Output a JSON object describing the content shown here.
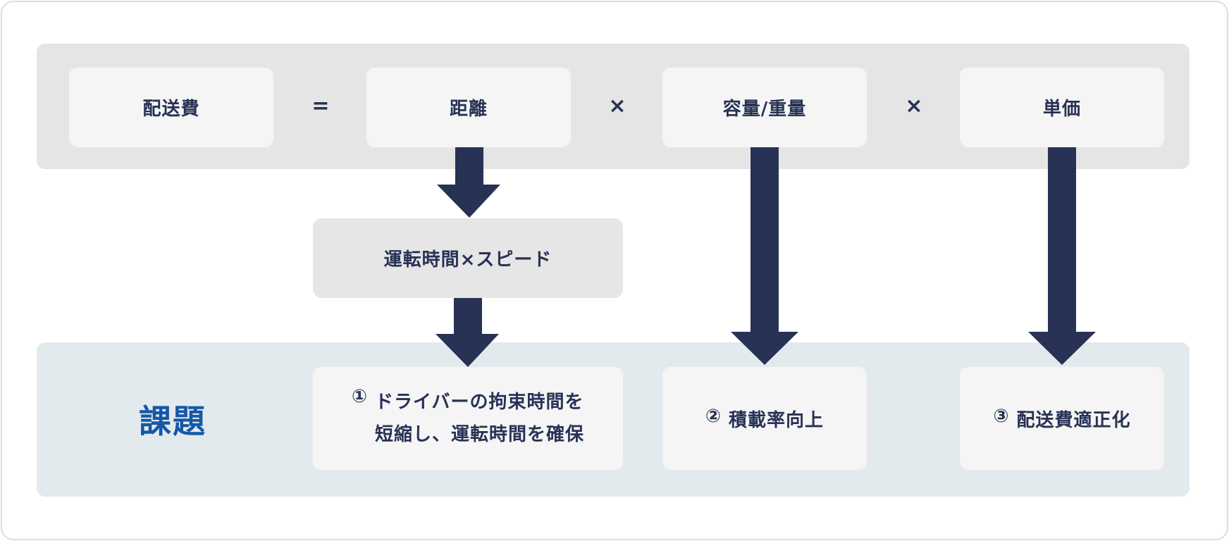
{
  "formula": {
    "result": "配送費",
    "equals": "=",
    "factors": [
      "距離",
      "容量/重量",
      "単価"
    ],
    "times": "×"
  },
  "sub": {
    "distance_breakdown": "運転時間×スピード"
  },
  "issues": {
    "label": "課題",
    "items": [
      {
        "num": "①",
        "line1": "ドライバーの拘束時間を",
        "line2": "短縮し、運転時間を確保"
      },
      {
        "num": "②",
        "text": "積載率向上"
      },
      {
        "num": "③",
        "text": "配送費適正化"
      }
    ]
  },
  "colors": {
    "navy": "#283255",
    "accent_blue": "#1558a8",
    "top_band": "#e5e5e5",
    "bottom_band": "#e3eaee",
    "box": "#f5f5f5"
  }
}
